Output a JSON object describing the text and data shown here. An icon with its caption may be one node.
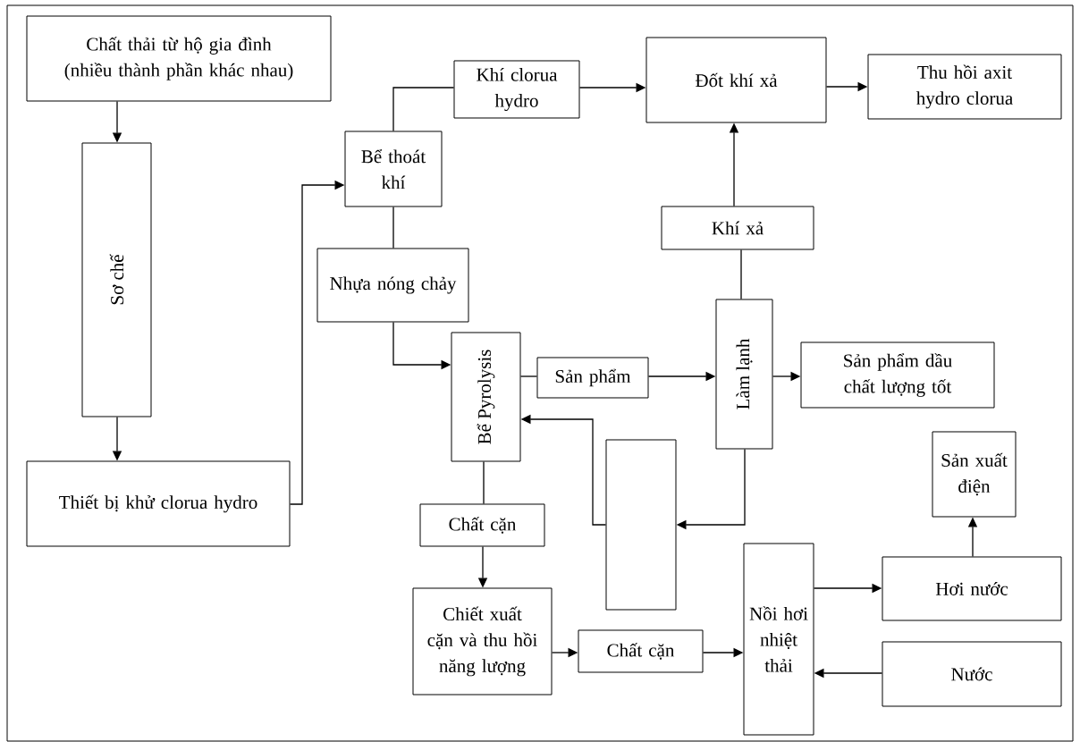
{
  "diagram": {
    "nodes": [
      {
        "text": [
          "Chất thải từ hộ gia đình (nhiều thành phần khác nhau)"
        ]
      },
      {
        "text": [
          "Sơ chế"
        ]
      },
      {
        "text": [
          "Thiết bị khử clorua hydro"
        ]
      },
      {
        "text": [
          "Bể thoát khí"
        ]
      },
      {
        "text": [
          "Khí clorua hydro"
        ]
      },
      {
        "text": [
          "Đốt khí xả"
        ]
      },
      {
        "text": [
          "Thu hồi axit hydro clorua"
        ]
      },
      {
        "text": [
          "Khí xả"
        ]
      },
      {
        "text": [
          "Nhựa nóng chảy"
        ]
      },
      {
        "text": [
          "Bể Pyrolysis"
        ]
      },
      {
        "text": [
          "Sản phẩm"
        ]
      },
      {
        "text": [
          "Làm lạnh"
        ]
      },
      {
        "text": [
          "Sản phẩm dầu chất lượng tốt"
        ]
      },
      {
        "text": [],
        "shape": "box"
      },
      {
        "text": [
          "Sản xuất điện"
        ]
      },
      {
        "text": [
          "Chất cặn"
        ]
      },
      {
        "text": [
          "Hơi nước"
        ]
      },
      {
        "text": [
          "Nồi hơi nhiệt thải"
        ]
      },
      {
        "text": [
          "Chiết xuất cặn và thu hồi năng lượng"
        ]
      },
      {
        "text": [
          "Chất cặn"
        ]
      },
      {
        "text": [
          "Nước"
        ]
      }
    ],
    "edges": [
      {
        "from": 0,
        "to": 1,
        "arrow": "to"
      },
      {
        "from": 1,
        "to": 2,
        "arrow": "to"
      },
      {
        "from": 2,
        "to": 3,
        "arrow": "to"
      },
      {
        "from": 3,
        "to": 4,
        "arrow": "none"
      },
      {
        "from": 4,
        "to": 5,
        "arrow": "to"
      },
      {
        "from": 5,
        "to": 6,
        "arrow": "to"
      },
      {
        "from": 3,
        "to": 8,
        "arrow": "none"
      },
      {
        "from": 8,
        "to": 9,
        "arrow": "to"
      },
      {
        "from": 9,
        "to": 10,
        "arrow": "none"
      },
      {
        "from": 10,
        "to": 11,
        "arrow": "to"
      },
      {
        "from": 11,
        "to": 12,
        "arrow": "to"
      },
      {
        "from": 11,
        "to": 7,
        "arrow": "none"
      },
      {
        "from": 7,
        "to": 5,
        "arrow": "to"
      },
      {
        "from": 11,
        "to": 13,
        "arrow": "to"
      },
      {
        "from": 13,
        "to": 9,
        "arrow": "to"
      },
      {
        "from": 9,
        "to": 15,
        "arrow": "none"
      },
      {
        "from": 15,
        "to": 18,
        "arrow": "to"
      },
      {
        "from": 18,
        "to": 19,
        "arrow": "to"
      },
      {
        "from": 19,
        "to": 17,
        "arrow": "to"
      },
      {
        "from": 17,
        "to": 16,
        "arrow": "to"
      },
      {
        "from": 16,
        "to": 14,
        "arrow": "to"
      },
      {
        "from": 20,
        "to": 17,
        "arrow": "to"
      }
    ]
  }
}
